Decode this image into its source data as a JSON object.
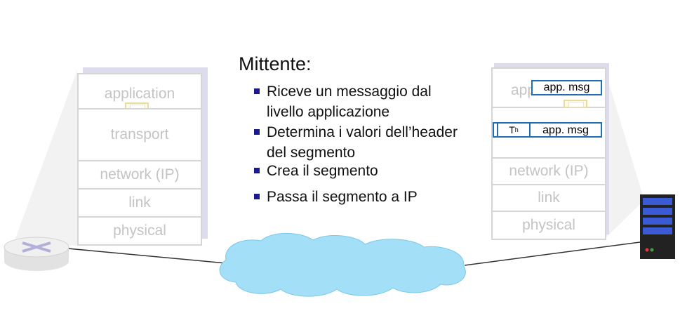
{
  "sender": {
    "title": "Mittente:",
    "bullets": [
      "Riceve un messaggio dal livello applicazione",
      "Determina i valori dell’header del segmento",
      "Crea il segmento",
      "Passa il segmento a IP"
    ]
  },
  "left_stack": {
    "layers": [
      "application",
      "transport",
      "network (IP)",
      "link",
      "physical"
    ]
  },
  "right_stack": {
    "app_layer_partial": "app",
    "app_msg": "app. msg",
    "header": "T",
    "header_sub": "h",
    "segment_msg": "app. msg",
    "layers": [
      "network (IP)",
      "link",
      "physical"
    ]
  },
  "colors": {
    "cloud": "#a3dff7",
    "message_border": "#1f6fb2",
    "bullet": "#1a1a8c",
    "layer_text": "#c4c4c4",
    "layer_border": "#d6d6d6"
  },
  "icons": [
    "router-icon",
    "server-icon",
    "network-cloud-icon"
  ]
}
